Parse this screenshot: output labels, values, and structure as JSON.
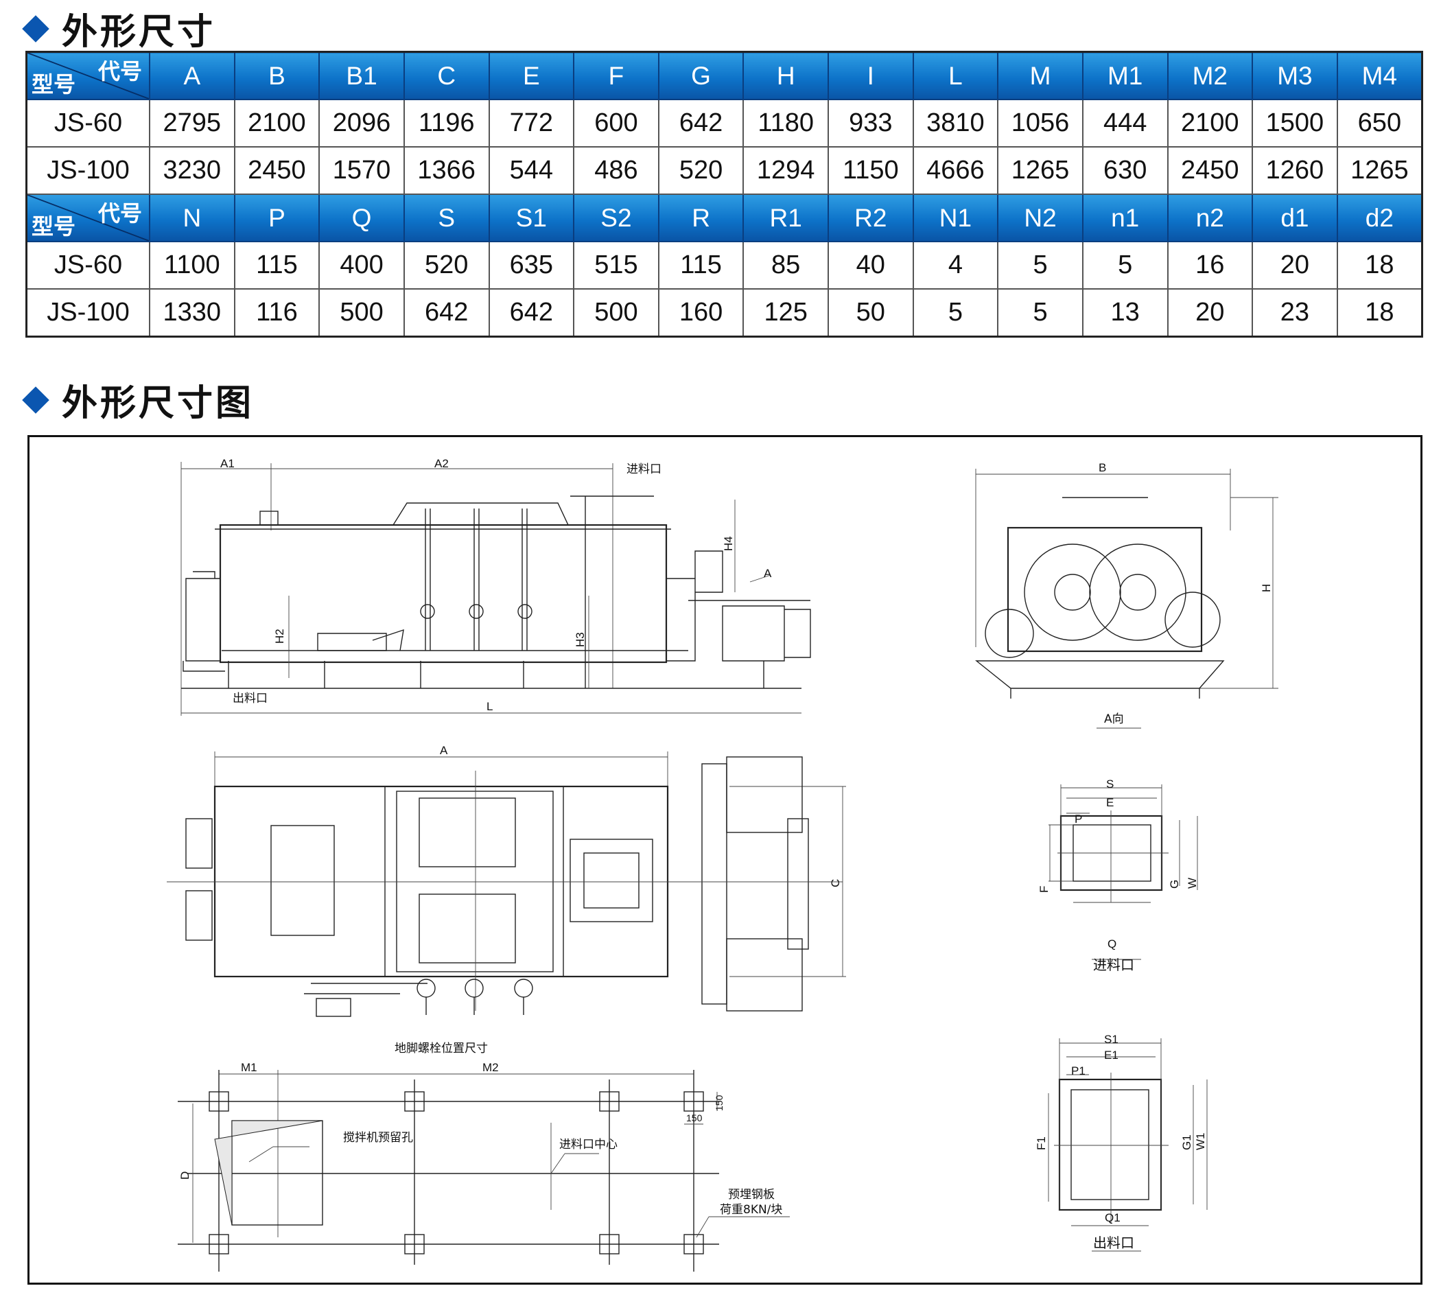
{
  "section1": {
    "title": "外形尺寸"
  },
  "section2": {
    "title": "外形尺寸图"
  },
  "table": {
    "corner_top": "代号",
    "corner_bottom": "型号",
    "header1": [
      "A",
      "B",
      "B1",
      "C",
      "E",
      "F",
      "G",
      "H",
      "I",
      "L",
      "M",
      "M1",
      "M2",
      "M3",
      "M4"
    ],
    "rows1": [
      {
        "model": "JS-60",
        "values": [
          "2795",
          "2100",
          "2096",
          "1196",
          "772",
          "600",
          "642",
          "1180",
          "933",
          "3810",
          "1056",
          "444",
          "2100",
          "1500",
          "650"
        ]
      },
      {
        "model": "JS-100",
        "values": [
          "3230",
          "2450",
          "1570",
          "1366",
          "544",
          "486",
          "520",
          "1294",
          "1150",
          "4666",
          "1265",
          "630",
          "2450",
          "1260",
          "1265"
        ]
      }
    ],
    "header2": [
      "N",
      "P",
      "Q",
      "S",
      "S1",
      "S2",
      "R",
      "R1",
      "R2",
      "N1",
      "N2",
      "n1",
      "n2",
      "d1",
      "d2"
    ],
    "rows2": [
      {
        "model": "JS-60",
        "values": [
          "1100",
          "115",
          "400",
          "520",
          "635",
          "515",
          "115",
          "85",
          "40",
          "4",
          "5",
          "5",
          "16",
          "20",
          "18"
        ]
      },
      {
        "model": "JS-100",
        "values": [
          "1330",
          "116",
          "500",
          "642",
          "642",
          "500",
          "160",
          "125",
          "50",
          "5",
          "5",
          "13",
          "20",
          "23",
          "18"
        ]
      }
    ]
  },
  "drawing": {
    "side": {
      "A1": "A1",
      "A2": "A2",
      "inlet": "进料口",
      "H4": "H4",
      "A": "A",
      "H2": "H2",
      "H3": "H3",
      "outlet": "出料口",
      "L": "L"
    },
    "end": {
      "B": "B",
      "H": "H",
      "caption": "A向"
    },
    "plan": {
      "A": "A",
      "C": "C"
    },
    "inlet_flange": {
      "S": "S",
      "E": "E",
      "P": "P",
      "F": "F",
      "G": "G",
      "W": "W",
      "Q": "Q",
      "caption": "进料口"
    },
    "outlet_flange": {
      "S1": "S1",
      "E1": "E1",
      "P1": "P1",
      "F1": "F1",
      "G1": "G1",
      "W1": "W1",
      "Q1": "Q1",
      "caption": "出料口"
    },
    "foundation": {
      "title": "地脚螺栓位置尺寸",
      "M1": "M1",
      "M2": "M2",
      "dim_v": "150",
      "dim_h": "150",
      "hole": "搅拌机预留孔",
      "inlet_center": "进料口中心",
      "D": "D",
      "plate1": "预埋钢板",
      "plate2": "荷重8KN/块"
    }
  }
}
